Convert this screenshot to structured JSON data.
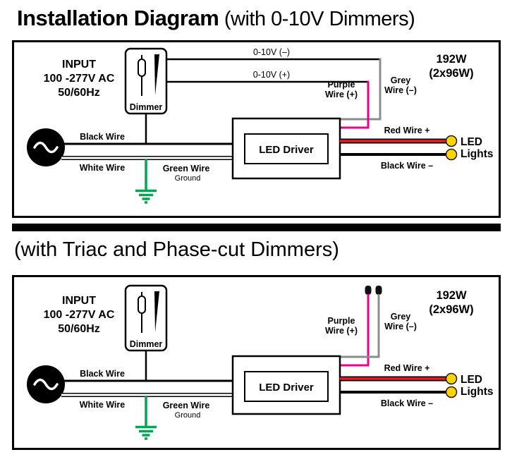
{
  "page": {
    "title_main": "Installation Diagram",
    "title_sub": " (with 0-10V Dimmers)",
    "section2_title": "(with Triac and Phase-cut Dimmers)"
  },
  "colors": {
    "purple_wire": "#ec008c",
    "grey_wire": "#8c8c8c",
    "green_wire": "#00a651",
    "red_wire": "#ed1c24",
    "led_yellow": "#ffd400",
    "wire_black": "#000000"
  },
  "panel1": {
    "input_1": "INPUT",
    "input_2": "100 -277V AC",
    "input_3": "50/60Hz",
    "dimmer_label": "Dimmer",
    "ctrl_neg_label": "0-10V (–)",
    "ctrl_pos_label": "0-10V (+)",
    "purple_1": "Purple",
    "purple_2": "Wire (+)",
    "grey_1": "Grey",
    "grey_2": "Wire (–)",
    "power_1": "192W",
    "power_2": "(2x96W)",
    "black_wire": "Black Wire",
    "white_wire": "White Wire",
    "green_wire": "Green Wire",
    "ground": "Ground",
    "driver": "LED Driver",
    "red_out": "Red  Wire +",
    "black_out": "Black Wire –",
    "led_1": "LED",
    "led_2": "Lights"
  },
  "panel2": {
    "input_1": "INPUT",
    "input_2": "100 -277V AC",
    "input_3": "50/60Hz",
    "dimmer_label": "Dimmer",
    "purple_1": "Purple",
    "purple_2": "Wire (+)",
    "grey_1": "Grey",
    "grey_2": "Wire (–)",
    "power_1": "192W",
    "power_2": "(2x96W)",
    "black_wire": "Black Wire",
    "white_wire": "White Wire",
    "green_wire": "Green Wire",
    "ground": "Ground",
    "driver": "LED Driver",
    "red_out": "Red  Wire +",
    "black_out": "Black Wire –",
    "led_1": "LED",
    "led_2": "Lights"
  }
}
